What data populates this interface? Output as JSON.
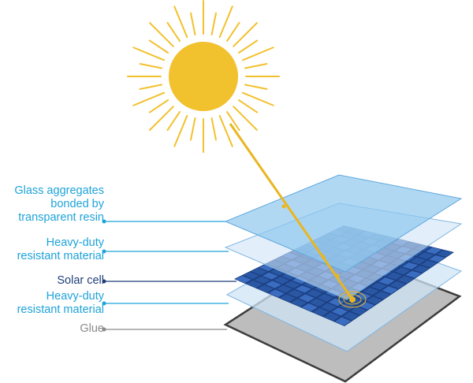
{
  "labels": [
    {
      "lines": [
        "Glass aggregates",
        "bonded by",
        "transparent resin"
      ],
      "color": "#1ea3d9"
    },
    {
      "lines": [
        "Heavy-duty",
        "resistant material"
      ],
      "color": "#1ea3d9"
    },
    {
      "lines": [
        "Solar cell"
      ],
      "color": "#1f3f7a"
    },
    {
      "lines": [
        "Heavy-duty",
        "resistant material"
      ],
      "color": "#1ea3d9"
    },
    {
      "lines": [
        "Glue"
      ],
      "color": "#8a8a8a"
    }
  ],
  "colors": {
    "sun": "#f2c12e",
    "sun_rays": "#f2c12e",
    "glass": "#8fc8ee",
    "resistant_material": "#cfe4f6",
    "solar_cell": "#2a57a3",
    "glue": "#bdbdbd",
    "glue_border": "#3c3c3c",
    "sunbeam": "#e9b621"
  },
  "icons": [
    "sun-icon"
  ]
}
